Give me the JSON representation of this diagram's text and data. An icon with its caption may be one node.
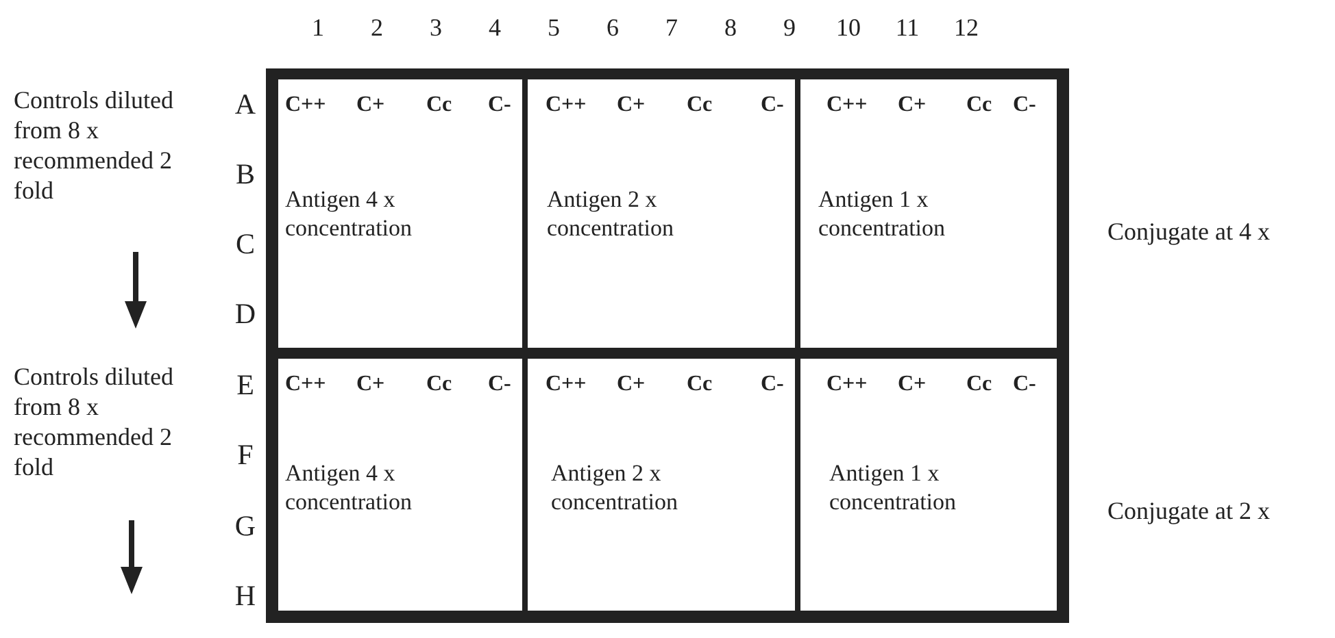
{
  "diagram": {
    "nodes": [
      {
        "text": [
          "C++",
          "C+",
          "Cc",
          "C-",
          "Antigen 4 x concentration"
        ]
      },
      {
        "text": [
          "C++",
          "C+",
          "Cc",
          "C-",
          "Antigen 2 x concentration"
        ]
      },
      {
        "text": [
          "C++",
          "C+",
          "Cc",
          "C-",
          "Antigen 1 x concentration"
        ]
      },
      {
        "text": [
          "C++",
          "C+",
          "Cc",
          "C-",
          "Antigen 4 x concentration"
        ]
      },
      {
        "text": [
          "C++",
          "C+",
          "Cc",
          "C-",
          "Antigen 2 x concentration"
        ]
      },
      {
        "text": [
          "C++",
          "C+",
          "Cc",
          "C-",
          "Antigen 1 x concentration"
        ]
      }
    ],
    "labels": [
      "1",
      "2",
      "3",
      "4",
      "5",
      "6",
      "7",
      "8",
      "9",
      "10",
      "11",
      "12",
      "A",
      "B",
      "C",
      "D",
      "E",
      "F",
      "G",
      "H",
      "Controls diluted from 8 x recommended 2 fold",
      "Conjugate at 4 x",
      "Controls diluted from 8 x recommended 2 fold",
      "Conjugate at 2 x"
    ]
  }
}
